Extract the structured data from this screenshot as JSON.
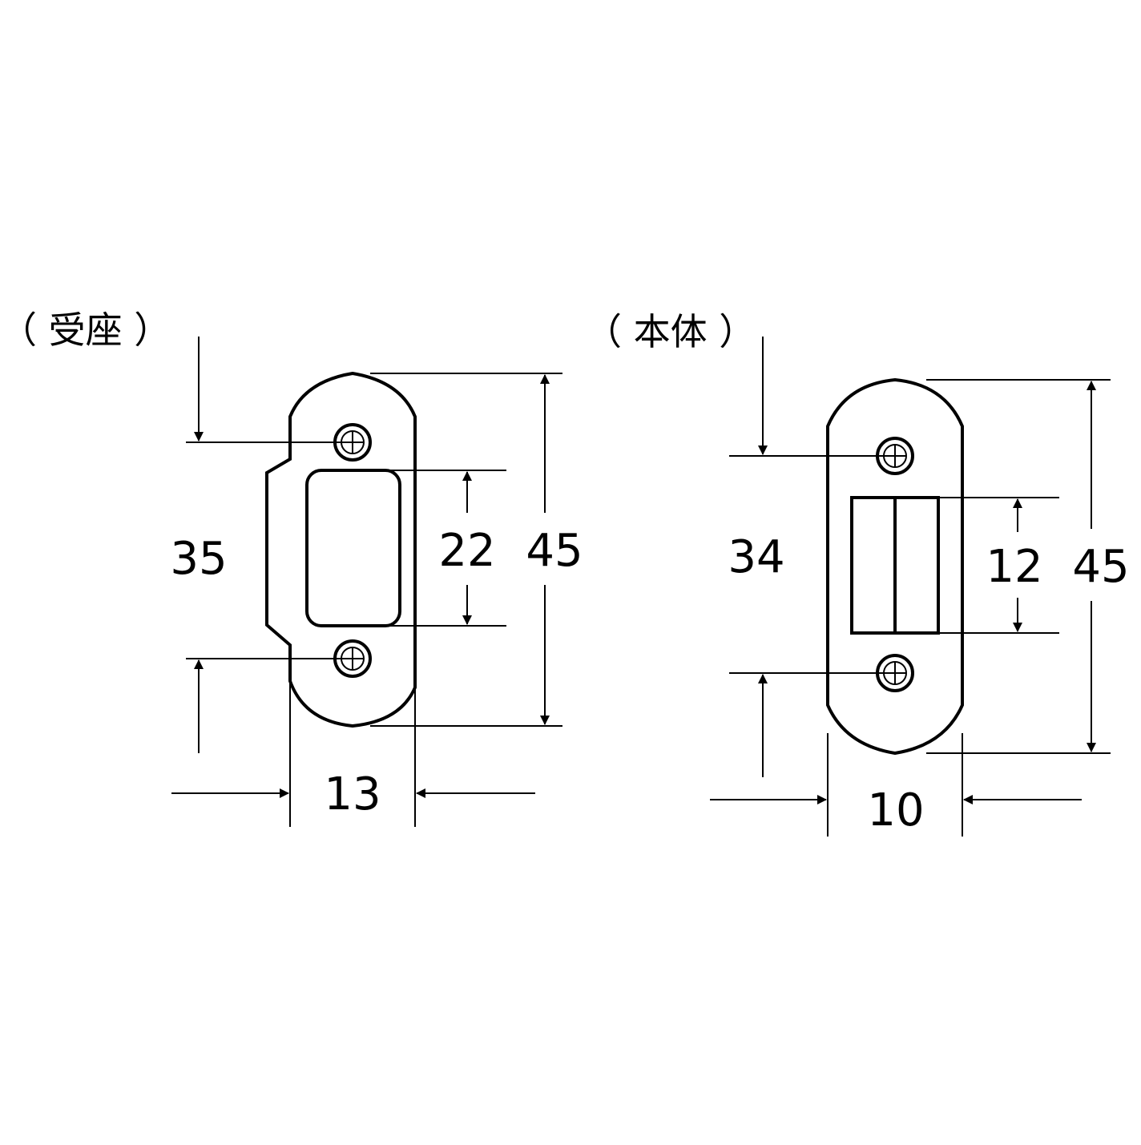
{
  "strike_plate": {
    "label": "（ 受座 ）",
    "dimensions": {
      "hole_pitch": "35",
      "opening_height": "22",
      "overall_height": "45",
      "width": "13"
    }
  },
  "body": {
    "label": "（ 本体 ）",
    "dimensions": {
      "hole_pitch": "34",
      "roller_height": "12",
      "overall_height": "45",
      "width": "10"
    }
  }
}
